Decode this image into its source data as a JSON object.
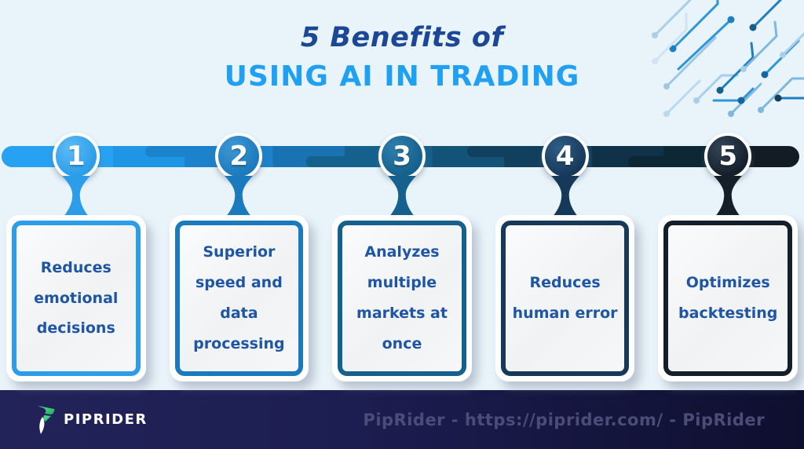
{
  "title": {
    "line1": "5 Benefits of",
    "line2": "USING AI IN TRADING"
  },
  "items": [
    {
      "number": "1",
      "label": "Reduces emotional decisions",
      "color": "#2B9DE9",
      "color_light": "#5CBBF5"
    },
    {
      "number": "2",
      "label": "Superior speed and data processing",
      "color": "#1B7ABD",
      "color_light": "#3E97D4"
    },
    {
      "number": "3",
      "label": "Analyzes multiple markets at once",
      "color": "#15608C",
      "color_light": "#2F7FAD"
    },
    {
      "number": "4",
      "label": "Reduces human error",
      "color": "#16395A",
      "color_light": "#2F5E85"
    },
    {
      "number": "5",
      "label": "Optimizes backtesting",
      "color": "#151F2A",
      "color_light": "#32465A"
    }
  ],
  "footer": {
    "logo_text": "PIPRIDER",
    "watermark": "PipRider - https://piprider.com/ - PipRider"
  },
  "colors": {
    "background": "#E9F3FA",
    "title_primary": "#1C4796",
    "title_accent": "#1FA0F2",
    "card_text": "#1E55A5",
    "footer_bg_left": "#222359",
    "footer_bg_right": "#0E0F2E",
    "footer_watermark": "#4A4D78",
    "logo_green": "#3ED47E"
  }
}
